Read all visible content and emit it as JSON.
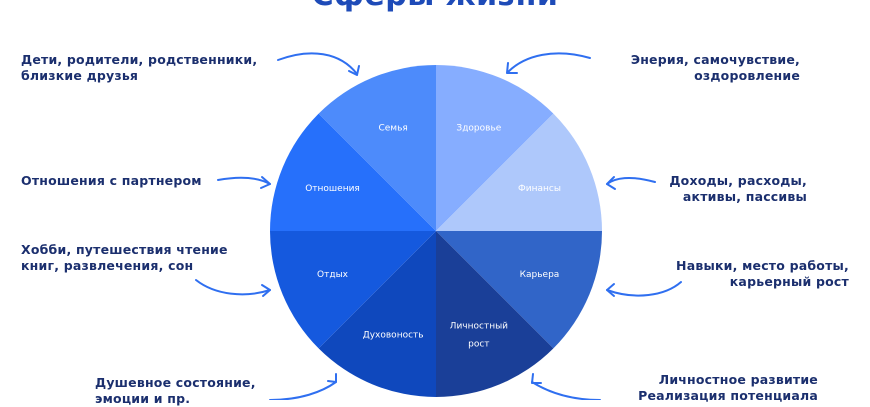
{
  "title": "Сферы жизни",
  "colors": {
    "title": "#1e4bb8",
    "note_text": "#1b2f6e",
    "arrow": "#2f6ff0"
  },
  "chart_data": {
    "type": "pie",
    "title": "Сферы жизни",
    "start": "top",
    "direction": "clockwise",
    "slices": [
      {
        "name": "Здоровье",
        "value": 12.5,
        "color": "#86adff",
        "label_lines": [
          "Здоровье"
        ]
      },
      {
        "name": "Финансы",
        "value": 12.5,
        "color": "#aec8fb",
        "label_lines": [
          "Финансы"
        ]
      },
      {
        "name": "Карьера",
        "value": 12.5,
        "color": "#3165c8",
        "label_lines": [
          "Карьера"
        ]
      },
      {
        "name": "Личностный рост",
        "value": 12.5,
        "color": "#1a3f98",
        "label_lines": [
          "Личностный",
          "рост"
        ]
      },
      {
        "name": "Духовоность",
        "value": 12.5,
        "color": "#0f48bd",
        "label_lines": [
          "Духовоность"
        ]
      },
      {
        "name": "Отдых",
        "value": 12.5,
        "color": "#1559de",
        "label_lines": [
          "Отдых"
        ]
      },
      {
        "name": "Отношения",
        "value": 12.5,
        "color": "#2670fb",
        "label_lines": [
          "Отношения"
        ]
      },
      {
        "name": "Семья",
        "value": 12.5,
        "color": "#4d8bfb",
        "label_lines": [
          "Семья"
        ]
      }
    ]
  },
  "notes": {
    "family": [
      "Дети, родители, родственники,",
      "близкие друзья"
    ],
    "health": [
      "Энерия, самочувствие,",
      "оздоровление"
    ],
    "relationships": [
      "Отношения с партнером"
    ],
    "finance": [
      "Доходы, расходы,",
      "активы, пассивы"
    ],
    "rest": [
      "Хобби, путешествия чтение",
      "книг, развлечения, сон"
    ],
    "career": [
      "Навыки, место работы,",
      "карьерный рост"
    ],
    "spirituality": [
      "Душевное состояние,",
      "эмоции и пр."
    ],
    "growth": [
      "Личностное развитие",
      "Реализация потенциала"
    ]
  }
}
